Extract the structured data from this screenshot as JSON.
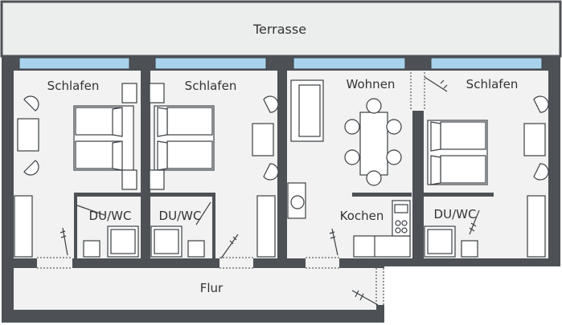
{
  "rooms": {
    "terrace": "Terrasse",
    "bedroom_1": "Schlafen",
    "bedroom_2": "Schlafen",
    "living": "Wohnen",
    "bedroom_3": "Schlafen",
    "bath_1": "DU/WC",
    "bath_2": "DU/WC",
    "kitchen": "Kochen",
    "bath_3": "DU/WC",
    "corridor": "Flur"
  },
  "colors": {
    "wall": "#4d5156",
    "floor": "#f1f2f1",
    "terrace": "#eceeed",
    "window": "#a9d3ec",
    "line": "#3b3f44",
    "label": "#333333"
  }
}
